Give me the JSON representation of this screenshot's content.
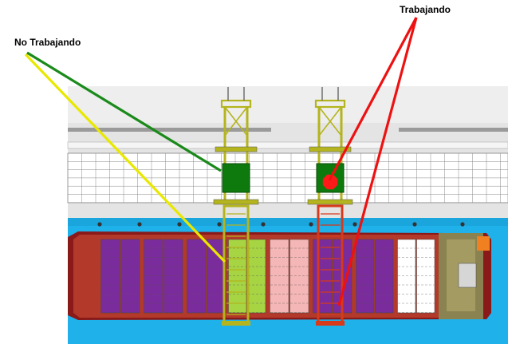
{
  "labels": {
    "not_working": "No Trabajando",
    "working": "Trabajando"
  },
  "colors": {
    "not_working_arrow": "#e8e800",
    "not_working_arrow_alt": "#1a8a1a",
    "working_arrow": "#ee1111",
    "crane_frame": "#b4b41e",
    "crane_frame_active": "#d73a1a",
    "trolley": "#0e7a0e",
    "trolley_active_marker": "#ff1a1a",
    "water": "#1fb1ea",
    "quay_deck": "#e4e4e4",
    "rail": "#9a9a9a",
    "hull": "#8a1a1a",
    "ship_deck": "#b33a2a",
    "container_purple": "#7b2c9c",
    "container_lime": "#a6d443",
    "container_pink": "#f4b6b6",
    "container_white": "#ffffff",
    "bridge": "#8a8250"
  },
  "status": {
    "crane_left": "not_working",
    "crane_right": "working"
  }
}
